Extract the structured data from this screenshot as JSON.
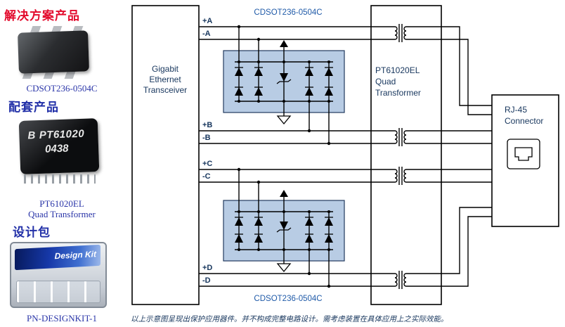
{
  "sidebar": {
    "solutions_heading": "解决方案产品",
    "chip_label": "CDSOT236-0504C",
    "companion_heading": "配套产品",
    "transformer_photo": {
      "logo": "B",
      "part_number": "PT61020",
      "date_code": "0438"
    },
    "transformer_label_line1": "PT61020EL",
    "transformer_label_line2": "Quad Transformer",
    "designkit_heading": "设计包",
    "designkit_photo_label": "Design Kit",
    "designkit_label": "PN-DESIGNKIT-1"
  },
  "diagram": {
    "transceiver": {
      "line1": "Gigabit",
      "line2": "Ethernet",
      "line3": "Transceiver"
    },
    "tvs_label_top": "CDSOT236-0504C",
    "tvs_label_bottom": "CDSOT236-0504C",
    "signals": {
      "a_pos": "+A",
      "a_neg": "-A",
      "b_pos": "+B",
      "b_neg": "-B",
      "c_pos": "+C",
      "c_neg": "-C",
      "d_pos": "+D",
      "d_neg": "-D"
    },
    "transformer": {
      "line1": "PT61020EL",
      "line2": "Quad",
      "line3": "Transformer"
    },
    "rj45": {
      "line1": "RJ-45",
      "line2": "Connector"
    },
    "footnote": "以上示意图呈现出保护应用器件。并不构成完整电路设计。需考虑装置在具体应用上之实际效能。"
  },
  "colors": {
    "heading_red": "#e30b2d",
    "heading_blue": "#2230a8",
    "product_label_blue": "#2a35a8",
    "diagram_text_navy": "#17365d",
    "part_label_blue": "#1f5aa8",
    "tvs_fill_blue": "#b8cce4",
    "wire_black": "#000000"
  }
}
